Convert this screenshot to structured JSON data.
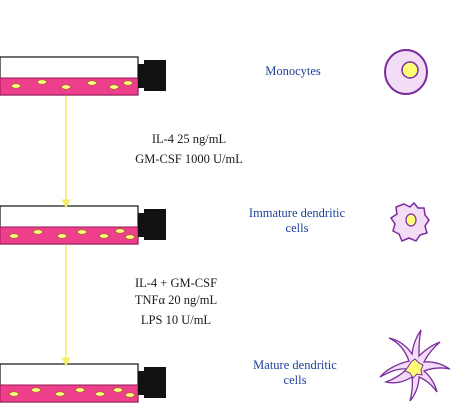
{
  "colors": {
    "medium": "#ee3f8d",
    "medium_stroke": "#9a1457",
    "cell_fill": "#ffff88",
    "arrow": "#f2ee6a",
    "cap": "#111111",
    "stage_label": "#1f3f9a",
    "condition_label": "#1a1a1a",
    "cell_outline": "#7a2c9e",
    "cell_body": "#f3dcf5",
    "nucleus": "#ffff77"
  },
  "flasks": [
    {
      "stage": "monocytes",
      "cell_count": 6
    },
    {
      "stage": "immature",
      "cell_count": 7
    },
    {
      "stage": "mature",
      "cell_count": 7
    }
  ],
  "stages": [
    {
      "key": "monocytes",
      "label_lines": [
        "Monocytes"
      ],
      "cell_icon": "monocyte-cell-icon"
    },
    {
      "key": "immature",
      "label_lines": [
        "Immature dendritic",
        "cells"
      ],
      "cell_icon": "immature-dendritic-cell-icon"
    },
    {
      "key": "mature",
      "label_lines": [
        "Mature dendritic",
        "cells"
      ],
      "cell_icon": "mature-dendritic-cell-icon"
    }
  ],
  "conditions": [
    {
      "lines": [
        "IL-4 25 ng/mL",
        "GM-CSF 1000 U/mL"
      ]
    },
    {
      "lines": [
        "IL-4 + GM-CSF",
        "TNFα 20 ng/mL",
        "LPS 10 U/mL"
      ]
    }
  ]
}
